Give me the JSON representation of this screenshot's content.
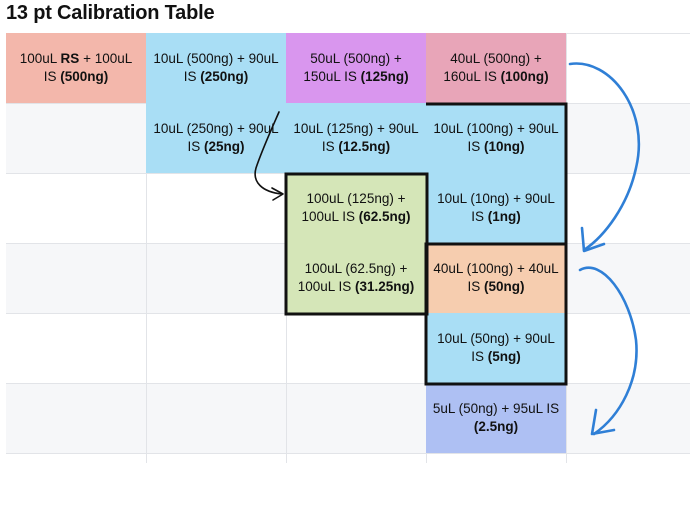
{
  "title": "13 pt Calibration Table",
  "cells": {
    "r0c0": {
      "a": "100uL ",
      "b": "RS",
      "c": " + 100uL IS ",
      "d": "(500ng)"
    },
    "r0c1": {
      "a": "10uL (500ng) + 90uL IS ",
      "b": "(250ng)"
    },
    "r0c2": {
      "a": "50uL (500ng) + 150uL IS ",
      "b": "(125ng)"
    },
    "r0c3": {
      "a": "40uL (500ng) + 160uL IS ",
      "b": "(100ng)"
    },
    "r1c1": {
      "a": "10uL (250ng) + 90uL IS ",
      "b": "(25ng)"
    },
    "r1c2": {
      "a": "10uL (125ng) + 90uL IS ",
      "b": "(12.5ng)"
    },
    "r1c3": {
      "a": "10uL (100ng) + 90uL IS ",
      "b": "(10ng)"
    },
    "r2c2": {
      "a": "100uL (125ng) + 100uL IS ",
      "b": "(62.5ng)"
    },
    "r2c3": {
      "a": "10uL (10ng) + 90uL IS ",
      "b": "(1ng)"
    },
    "r3c2": {
      "a": "100uL (62.5ng) + 100uL IS ",
      "b": "(31.25ng)"
    },
    "r3c3": {
      "a": "40uL (100ng) + 40uL IS ",
      "b": "(50ng)"
    },
    "r4c3": {
      "a": "10uL (50ng) + 90uL IS ",
      "b": "(5ng)"
    },
    "r5c3": {
      "a": "5uL (50ng) + 95uL IS ",
      "b": "(2.5ng)"
    }
  },
  "colors": {
    "salmon": "#f3b7ab",
    "blue": "#a9def5",
    "purple": "#d996ee",
    "pink": "#e8a5b8",
    "green": "#d5e6b8",
    "peach": "#f6cdaf",
    "lavender": "#aec0f3",
    "annotation_blue": "#2f7fd6",
    "annotation_black": "#111111"
  }
}
